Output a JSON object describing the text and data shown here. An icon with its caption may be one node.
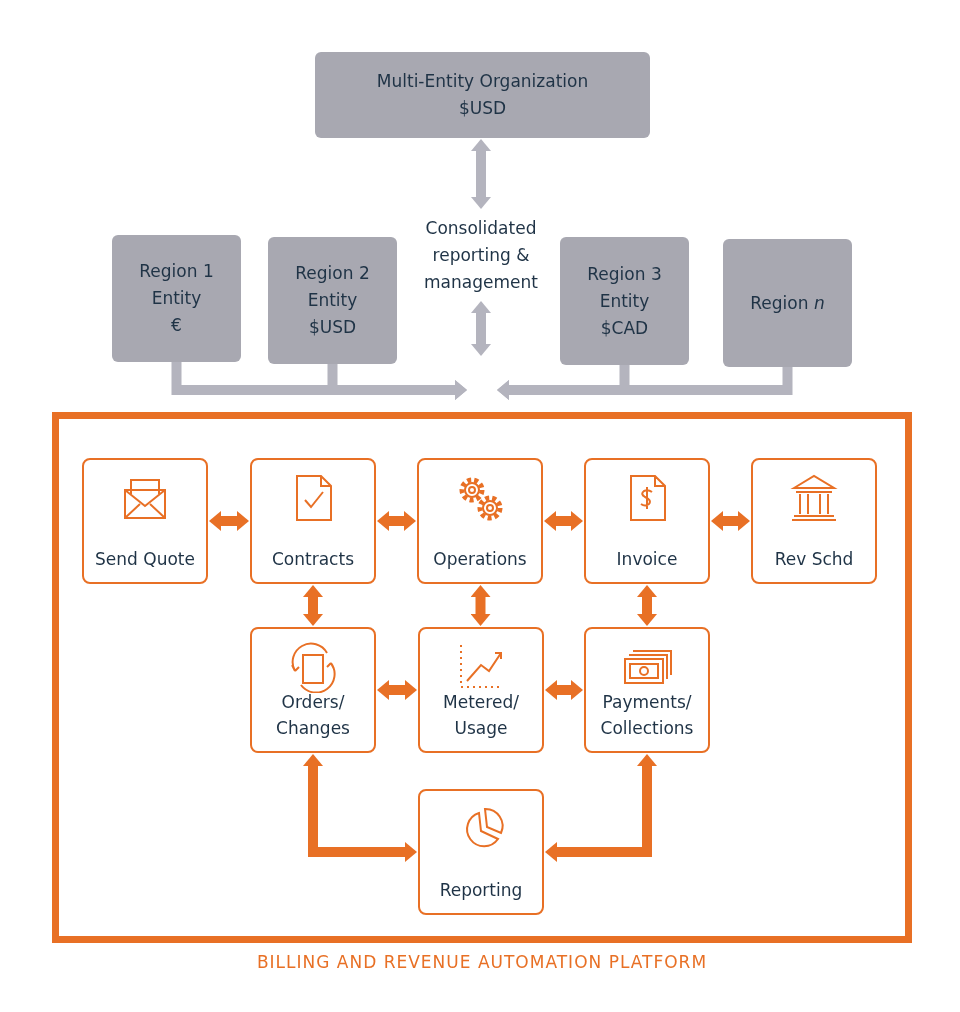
{
  "diagram": {
    "nodes": [
      {
        "text": [
          "Multi-Entity Organization",
          "$USD"
        ]
      },
      {
        "text": [
          "Consolidated reporting & management"
        ]
      },
      {
        "text": [
          "Region 1",
          "Entity",
          "€"
        ]
      },
      {
        "text": [
          "Region 2",
          "Entity",
          "$USD"
        ]
      },
      {
        "text": [
          "Region 3",
          "Entity",
          "$CAD"
        ]
      },
      {
        "text": [
          "Region *n*"
        ]
      },
      {
        "text": [
          "BILLING AND REVENUE AUTOMATION PLATFORM"
        ]
      },
      {
        "text": [
          "Send Quote"
        ],
        "in": 6
      },
      {
        "text": [
          "Contracts"
        ],
        "in": 6
      },
      {
        "text": [
          "Operations"
        ],
        "in": 6
      },
      {
        "text": [
          "Invoice"
        ],
        "in": 6
      },
      {
        "text": [
          "Rev Schd"
        ],
        "in": 6
      },
      {
        "text": [
          "Orders/ Changes"
        ],
        "in": 6
      },
      {
        "text": [
          "Metered/ Usage"
        ],
        "in": 6
      },
      {
        "text": [
          "Payments/ Collections"
        ],
        "in": 6
      },
      {
        "text": [
          "Reporting"
        ],
        "in": 6
      }
    ],
    "edges": [
      {
        "from": 0,
        "to": 1,
        "arrow": "both",
        "color": "#b4b4be"
      },
      {
        "from": 1,
        "to": null,
        "arrow": "both",
        "color": "#b4b4be"
      },
      {
        "from": 2,
        "to": 6,
        "arrow": "to",
        "color": "#b4b4be"
      },
      {
        "from": 3,
        "to": 6,
        "arrow": "to",
        "color": "#b4b4be"
      },
      {
        "from": 4,
        "to": 6,
        "arrow": "to",
        "color": "#b4b4be"
      },
      {
        "from": 5,
        "to": 6,
        "arrow": "to",
        "color": "#b4b4be"
      },
      {
        "from": 7,
        "to": 8,
        "arrow": "both"
      },
      {
        "from": 8,
        "to": 9,
        "arrow": "both"
      },
      {
        "from": 9,
        "to": 10,
        "arrow": "both"
      },
      {
        "from": 10,
        "to": 11,
        "arrow": "both"
      },
      {
        "from": 8,
        "to": 12,
        "arrow": "both"
      },
      {
        "from": 9,
        "to": 13,
        "arrow": "both"
      },
      {
        "from": 10,
        "to": 14,
        "arrow": "both"
      },
      {
        "from": 13,
        "to": 12,
        "arrow": "both"
      },
      {
        "from": 13,
        "to": 14,
        "arrow": "both"
      },
      {
        "from": 12,
        "to": 15,
        "arrow": "both"
      },
      {
        "from": 14,
        "to": 15,
        "arrow": "both"
      }
    ]
  }
}
